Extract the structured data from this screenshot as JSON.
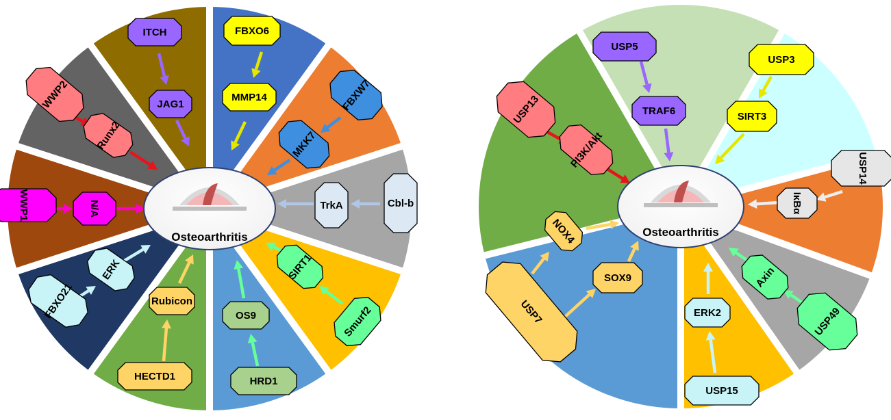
{
  "colors": {
    "arrow_red": "#e8141b",
    "arrow_purple": "#9966ff",
    "arrow_yellow": "#e6e600",
    "arrow_blue": "#3f8fe0",
    "arrow_lightblue": "#b0c6e4",
    "arrow_green": "#66ff99",
    "arrow_orange": "#ffd466",
    "arrow_cyan": "#c8f4f8",
    "arrow_magenta": "#ff00cc",
    "arrow_white": "#eeeeee"
  },
  "left_wheel": {
    "center_label": "Osteoarthritis",
    "sectors": [
      {
        "name": "ITCH-JAG1",
        "color": "#8e6c00",
        "nodes": [
          "ITCH",
          "JAG1"
        ],
        "node_color": "#9966ff",
        "arrow": "arrow_purple"
      },
      {
        "name": "FBXO6-MMP14",
        "color": "#4472c4",
        "nodes": [
          "FBXO6",
          "MMP14"
        ],
        "node_color": "#ffff00",
        "arrow": "arrow_yellow"
      },
      {
        "name": "FBXW7-MKK7",
        "color": "#ed7d31",
        "nodes": [
          "FBXW7",
          "MKK7"
        ],
        "node_color": "#3f8fe0",
        "arrow": "arrow_blue"
      },
      {
        "name": "Cbl-b-TrkA",
        "color": "#a6a6a6",
        "nodes": [
          "Cbl-b",
          "TrkA"
        ],
        "node_color": "#dce9f5",
        "arrow": "arrow_lightblue"
      },
      {
        "name": "Smurf2-SIRT1",
        "color": "#ffc000",
        "nodes": [
          "Smurf2",
          "SIRT1"
        ],
        "node_color": "#66ff99",
        "arrow": "arrow_green"
      },
      {
        "name": "HRD1-OS9",
        "color": "#5b9bd5",
        "nodes": [
          "HRD1",
          "OS9"
        ],
        "node_color": "#a9d18e",
        "arrow": "arrow_green"
      },
      {
        "name": "HECTD1-Rubicon",
        "color": "#70ad47",
        "nodes": [
          "HECTD1",
          "Rubicon"
        ],
        "node_color": "#ffd466",
        "arrow": "arrow_orange"
      },
      {
        "name": "FBXO21-ERK",
        "color": "#203864",
        "nodes": [
          "FBXO21",
          "ERK"
        ],
        "node_color": "#c8f4f8",
        "arrow": "arrow_cyan"
      },
      {
        "name": "WWP1-NA",
        "color": "#9e480e",
        "nodes": [
          "WWP1",
          "N/A"
        ],
        "node_color": "#ff00ff",
        "arrow": "arrow_magenta"
      },
      {
        "name": "WWP2-Runx2",
        "color": "#636363",
        "nodes": [
          "WWP2",
          "Runx2"
        ],
        "node_color": "#ff7c80",
        "arrow": "arrow_red"
      }
    ]
  },
  "right_wheel": {
    "center_label": "Osteoarthritis",
    "sectors": [
      {
        "name": "USP5-TRAF6",
        "color": "#c5e0b4",
        "nodes": [
          "USP5",
          "TRAF6"
        ],
        "node_color": "#9966ff",
        "arrow": "arrow_purple"
      },
      {
        "name": "USP3-SIRT3",
        "color": "#ccffff",
        "nodes": [
          "USP3",
          "SIRT3"
        ],
        "node_color": "#ffff00",
        "arrow": "arrow_yellow"
      },
      {
        "name": "USP14-IkBa",
        "color": "#ed7d31",
        "nodes": [
          "USP14",
          "IκBα"
        ],
        "node_color": "#e7e6e6",
        "arrow": "arrow_white"
      },
      {
        "name": "USP49-Axin",
        "color": "#a6a6a6",
        "nodes": [
          "USP49",
          "Axin"
        ],
        "node_color": "#66ff99",
        "arrow": "arrow_green"
      },
      {
        "name": "USP15-ERK2",
        "color": "#ffc000",
        "nodes": [
          "USP15",
          "ERK2"
        ],
        "node_color": "#c8f4f8",
        "arrow": "arrow_cyan"
      },
      {
        "name": "USP7-NOX4-SOX9",
        "color": "#5b9bd5",
        "nodes": [
          "USP7",
          "NOX4",
          "SOX9"
        ],
        "node_color": "#ffd466",
        "arrow": "arrow_orange"
      },
      {
        "name": "USP13-PI3K/Akt",
        "color": "#70ad47",
        "nodes": [
          "USP13",
          "PI3K/Akt"
        ],
        "node_color": "#ff7c80",
        "arrow": "arrow_red"
      }
    ]
  }
}
